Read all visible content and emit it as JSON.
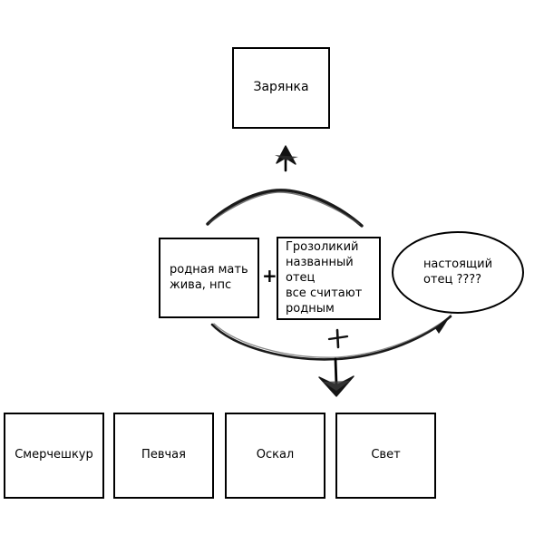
{
  "diagram": {
    "title_node": {
      "label": "Зарянка"
    },
    "middle": {
      "mother_box": {
        "label": "родная мать\nжива, нпс"
      },
      "plus_sign": "+",
      "father_box": {
        "label": "Грозоликий\nназванный\nотец\nвсе считают\nродным"
      },
      "real_father_ellipse": {
        "label": "настоящий\nотец ????"
      }
    },
    "lower_plus_sign": "+",
    "children": [
      {
        "label": "Смерчешкур"
      },
      {
        "label": "Певчая"
      },
      {
        "label": "Оскал"
      },
      {
        "label": "Свет"
      }
    ],
    "colors": {
      "stroke": "#000000",
      "fill": "#ffffff",
      "background": "#ffffff"
    }
  }
}
